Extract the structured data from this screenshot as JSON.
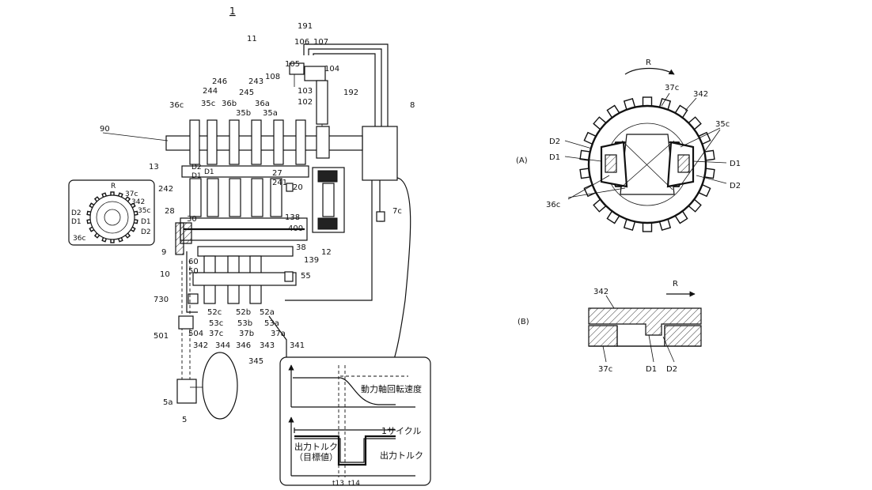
{
  "figure_number": "1",
  "main_labels": [
    {
      "id": "l11",
      "text": "11"
    },
    {
      "id": "l191",
      "text": "191"
    },
    {
      "id": "l106",
      "text": "106"
    },
    {
      "id": "l107",
      "text": "107"
    },
    {
      "id": "l105",
      "text": "105"
    },
    {
      "id": "l104",
      "text": "104"
    },
    {
      "id": "l108",
      "text": "108"
    },
    {
      "id": "l103",
      "text": "103"
    },
    {
      "id": "l102",
      "text": "102"
    },
    {
      "id": "l246",
      "text": "246"
    },
    {
      "id": "l243",
      "text": "243"
    },
    {
      "id": "l244",
      "text": "244"
    },
    {
      "id": "l245",
      "text": "245"
    },
    {
      "id": "l35c",
      "text": "35c"
    },
    {
      "id": "l36b",
      "text": "36b"
    },
    {
      "id": "l36a",
      "text": "36a"
    },
    {
      "id": "l36c",
      "text": "36c"
    },
    {
      "id": "l35b",
      "text": "35b"
    },
    {
      "id": "l35a",
      "text": "35a"
    },
    {
      "id": "l192",
      "text": "192"
    },
    {
      "id": "l8",
      "text": "8"
    },
    {
      "id": "l90",
      "text": "90"
    },
    {
      "id": "l13",
      "text": "13"
    },
    {
      "id": "lD2a",
      "text": "D2"
    },
    {
      "id": "lD1a",
      "text": "D1"
    },
    {
      "id": "lD1b",
      "text": "D1"
    },
    {
      "id": "l27",
      "text": "27"
    },
    {
      "id": "l241",
      "text": "241"
    },
    {
      "id": "l20",
      "text": "20"
    },
    {
      "id": "l242",
      "text": "242"
    },
    {
      "id": "l28",
      "text": "28"
    },
    {
      "id": "l30",
      "text": "30"
    },
    {
      "id": "l138",
      "text": "138"
    },
    {
      "id": "l400",
      "text": "400"
    },
    {
      "id": "l7c",
      "text": "7c"
    },
    {
      "id": "l9",
      "text": "9"
    },
    {
      "id": "l38",
      "text": "38"
    },
    {
      "id": "l12",
      "text": "12"
    },
    {
      "id": "l139",
      "text": "139"
    },
    {
      "id": "l60",
      "text": "60"
    },
    {
      "id": "l50",
      "text": "50"
    },
    {
      "id": "l10",
      "text": "10"
    },
    {
      "id": "l55",
      "text": "55"
    },
    {
      "id": "l730",
      "text": "730"
    },
    {
      "id": "l52c",
      "text": "52c"
    },
    {
      "id": "l52b",
      "text": "52b"
    },
    {
      "id": "l52a",
      "text": "52a"
    },
    {
      "id": "l53c",
      "text": "53c"
    },
    {
      "id": "l53b",
      "text": "53b"
    },
    {
      "id": "l53a",
      "text": "53a"
    },
    {
      "id": "l504",
      "text": "504"
    },
    {
      "id": "l37c",
      "text": "37c"
    },
    {
      "id": "l37b",
      "text": "37b"
    },
    {
      "id": "l37a",
      "text": "37a"
    },
    {
      "id": "l501",
      "text": "501"
    },
    {
      "id": "l342",
      "text": "342"
    },
    {
      "id": "l344",
      "text": "344"
    },
    {
      "id": "l346",
      "text": "346"
    },
    {
      "id": "l343",
      "text": "343"
    },
    {
      "id": "l341",
      "text": "341"
    },
    {
      "id": "l345",
      "text": "345"
    },
    {
      "id": "l5a",
      "text": "5a"
    },
    {
      "id": "l5",
      "text": "5"
    }
  ],
  "inset_small_labels": [
    {
      "id": "sR",
      "text": "R"
    },
    {
      "id": "s37c",
      "text": "37c"
    },
    {
      "id": "s342",
      "text": "342"
    },
    {
      "id": "s35c",
      "text": "35c"
    },
    {
      "id": "sD2a",
      "text": "D2"
    },
    {
      "id": "sD1a",
      "text": "D1"
    },
    {
      "id": "sD1b",
      "text": "D1"
    },
    {
      "id": "sD2b",
      "text": "D2"
    },
    {
      "id": "s36c",
      "text": "36c"
    }
  ],
  "graph": {
    "speed_label": "動力軸回転速度",
    "cycle_label": "1サイクル",
    "torque_target_label_line1": "出力トルク",
    "torque_target_label_line2": "（目標値）",
    "torque_label": "出力トルク",
    "t13": "t13",
    "t14": "t14"
  },
  "panel_a": {
    "tag": "(A)",
    "labels": [
      {
        "id": "aR",
        "text": "R"
      },
      {
        "id": "a37c",
        "text": "37c"
      },
      {
        "id": "a342",
        "text": "342"
      },
      {
        "id": "a35c",
        "text": "35c"
      },
      {
        "id": "aD2a",
        "text": "D2"
      },
      {
        "id": "aD1a",
        "text": "D1"
      },
      {
        "id": "aD1b",
        "text": "D1"
      },
      {
        "id": "aD2b",
        "text": "D2"
      },
      {
        "id": "a36c",
        "text": "36c"
      }
    ]
  },
  "panel_b": {
    "tag": "(B)",
    "labels": [
      {
        "id": "bR",
        "text": "R"
      },
      {
        "id": "b342",
        "text": "342"
      },
      {
        "id": "b37c",
        "text": "37c"
      },
      {
        "id": "bD1",
        "text": "D1"
      },
      {
        "id": "bD2",
        "text": "D2"
      }
    ]
  }
}
